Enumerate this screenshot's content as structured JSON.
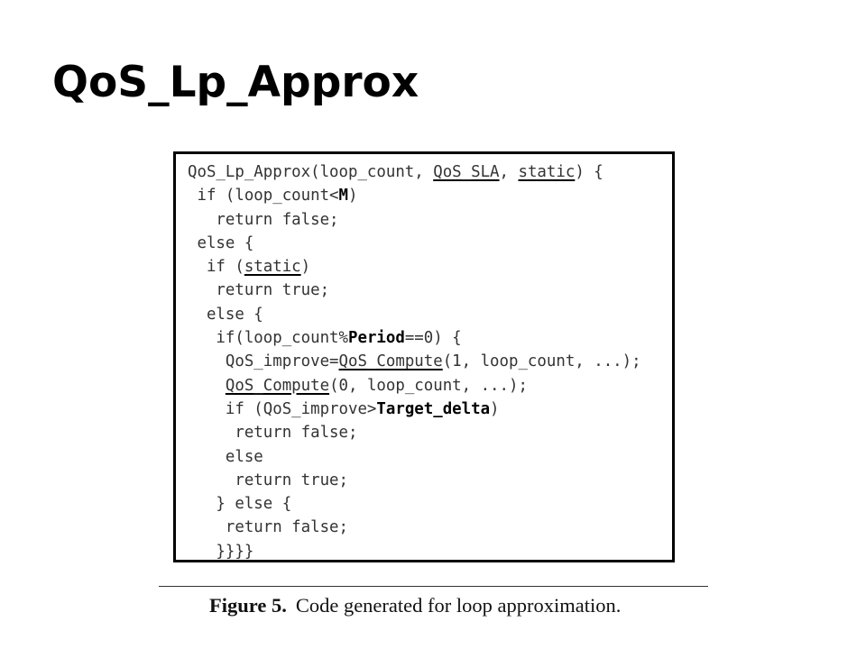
{
  "slide": {
    "title": "QoS_Lp_Approx"
  },
  "code": {
    "lines": [
      [
        {
          "t": "QoS_Lp_Approx(loop_count, "
        },
        {
          "t": "QoS_SLA",
          "style": "underline"
        },
        {
          "t": ", "
        },
        {
          "t": "static",
          "style": "underline"
        },
        {
          "t": ") {"
        }
      ],
      [
        {
          "t": " if (loop_count<"
        },
        {
          "t": "M",
          "style": "bold"
        },
        {
          "t": ")"
        }
      ],
      [
        {
          "t": "   return false;"
        }
      ],
      [
        {
          "t": " else {"
        }
      ],
      [
        {
          "t": "  if ("
        },
        {
          "t": "static",
          "style": "underline"
        },
        {
          "t": ")"
        }
      ],
      [
        {
          "t": "   return true;"
        }
      ],
      [
        {
          "t": "  else {"
        }
      ],
      [
        {
          "t": "   if(loop_count%"
        },
        {
          "t": "Period",
          "style": "bold"
        },
        {
          "t": "==0) {"
        }
      ],
      [
        {
          "t": "    QoS_improve="
        },
        {
          "t": "QoS_Compute",
          "style": "underline"
        },
        {
          "t": "(1, loop_count, ...);"
        }
      ],
      [
        {
          "t": "    "
        },
        {
          "t": "QoS_Compute",
          "style": "underline"
        },
        {
          "t": "(0, loop_count, ...);"
        }
      ],
      [
        {
          "t": "    if (QoS_improve>"
        },
        {
          "t": "Target_delta",
          "style": "bold"
        },
        {
          "t": ")"
        }
      ],
      [
        {
          "t": "     return false;"
        }
      ],
      [
        {
          "t": "    else"
        }
      ],
      [
        {
          "t": "     return true;"
        }
      ],
      [
        {
          "t": "   } else {"
        }
      ],
      [
        {
          "t": "    return false;"
        }
      ],
      [
        {
          "t": "   }}}}"
        }
      ]
    ]
  },
  "figure": {
    "label": "Figure 5.",
    "text": "Code generated for loop approximation."
  }
}
